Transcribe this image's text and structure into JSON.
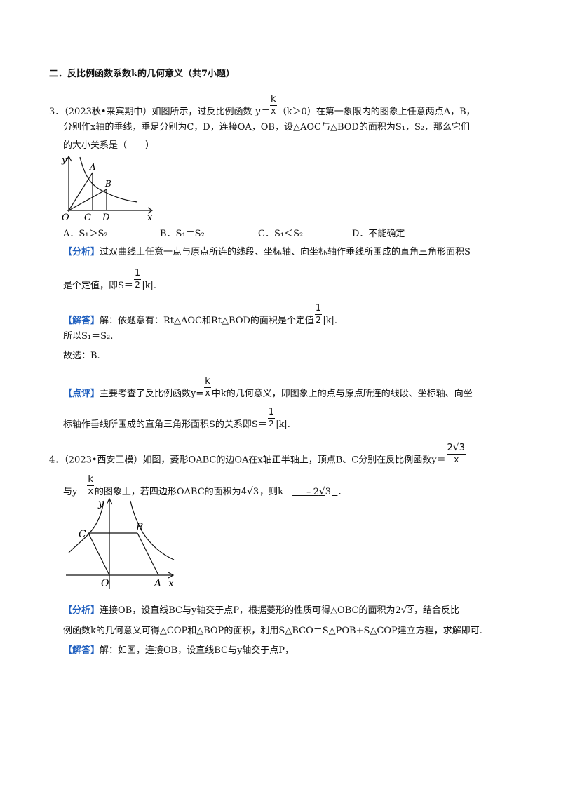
{
  "section_title": "二．反比例函数系数k的几何意义（共7小题）",
  "q3": {
    "num": "3．",
    "line1_pre": "（2023秋•来宾期中）如图所示，过反比例函数",
    "y_eq": "y＝",
    "frac_num": "k",
    "frac_den": "x",
    "cond": "（k＞0）",
    "line1_post": "在第一象限内的图象上任意两点A，B，",
    "line2": "分别作x轴的垂线，垂足分别为C，D，连接OA，OB，设△AOC与△BOD的面积为S₁，S₂，那么它们",
    "line3": "的大小关系是（　　）",
    "options": [
      "A．S₁＞S₂",
      "B．S₁＝S₂",
      "C．S₁＜S₂",
      "D．不能确定"
    ],
    "analysis_tag": "【分析】",
    "analysis_l1": "过双曲线上任意一点与原点所连的线段、坐标轴、向坐标轴作垂线所围成的直角三角形面积S",
    "analysis_l2_pre": "是个定值，即S＝",
    "half_num": "1",
    "half_den": "2",
    "absk": "|k|.",
    "answer_tag": "【解答】",
    "answer_l1_pre": "解：依题意有：Rt△AOC和Rt△BOD的面积是个定值",
    "answer_l2": "所以S₁＝S₂.",
    "answer_l3": "故选：B.",
    "comment_tag": "【点评】",
    "comment_l1_pre": "主要考查了反比例函数",
    "comment_y": "y=",
    "comment_l1_post": "中k的几何意义，即图象上的点与原点所连的线段、坐标轴、向坐",
    "comment_l2_pre": "标轴作垂线所围成的直角三角形面积S的关系即S＝",
    "fig": {
      "y": "y",
      "x": "x",
      "O": "O",
      "A": "A",
      "B": "B",
      "C": "C",
      "D": "D"
    }
  },
  "q4": {
    "num": "4．",
    "line1_pre": "（2023•西安三模）如图，菱形OABC的边OA在x轴正半轴上，顶点B、C分别在反比例函数y＝",
    "frac1_coef": "2",
    "frac1_rad": "3",
    "frac1_den": "x",
    "line2_pre": "与y＝",
    "frac2_num": "k",
    "frac2_den": "x",
    "line2_mid": "的图象上，若四边形OABC的面积为4",
    "line2_rad": "3",
    "line2_k": "，则k＝",
    "answer_blank": "﹣2",
    "answer_rad": "3",
    "line2_end": "．",
    "analysis_tag": "【分析】",
    "analysis_l1_pre": "连接OB，设直线BC与y轴交于点P，根据菱形的性质可得△OBC的面积为2",
    "analysis_l1_rad": "3",
    "analysis_l1_post": "，结合反比",
    "analysis_l2": "例函数k的几何意义可得△COP和△BOP的面积，利用S△BCO＝S△POB+S△COP建立方程，求解即可.",
    "answer_tag": "【解答】",
    "answer_l1": "解：如图，连接OB，设直线BC与y轴交于点P，",
    "fig": {
      "y": "y",
      "x": "x",
      "O": "O",
      "A": "A",
      "B": "B",
      "C": "C"
    }
  }
}
